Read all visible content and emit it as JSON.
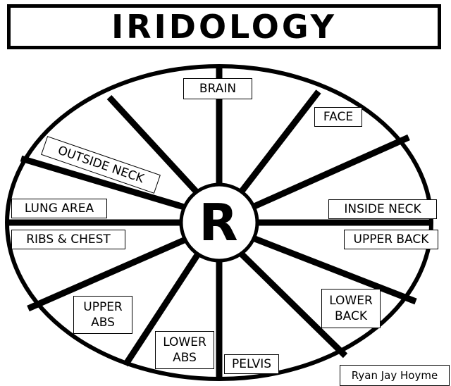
{
  "title": "IRIDOLOGY",
  "center_letter": "R",
  "labels": {
    "brain": "BRAIN",
    "face": "FACE",
    "outside_neck": "OUTSIDE NECK",
    "inside_neck": "INSIDE NECK",
    "lung_area": "LUNG AREA",
    "upper_back": "UPPER BACK",
    "ribs_chest": "RIBS & CHEST",
    "upper_abs_1": "UPPER",
    "upper_abs_2": "ABS",
    "lower_back_1": "LOWER",
    "lower_back_2": "BACK",
    "lower_abs_1": "LOWER",
    "lower_abs_2": "ABS",
    "pelvis": "PELVIS"
  },
  "credit": "Ryan Jay Hoyme"
}
